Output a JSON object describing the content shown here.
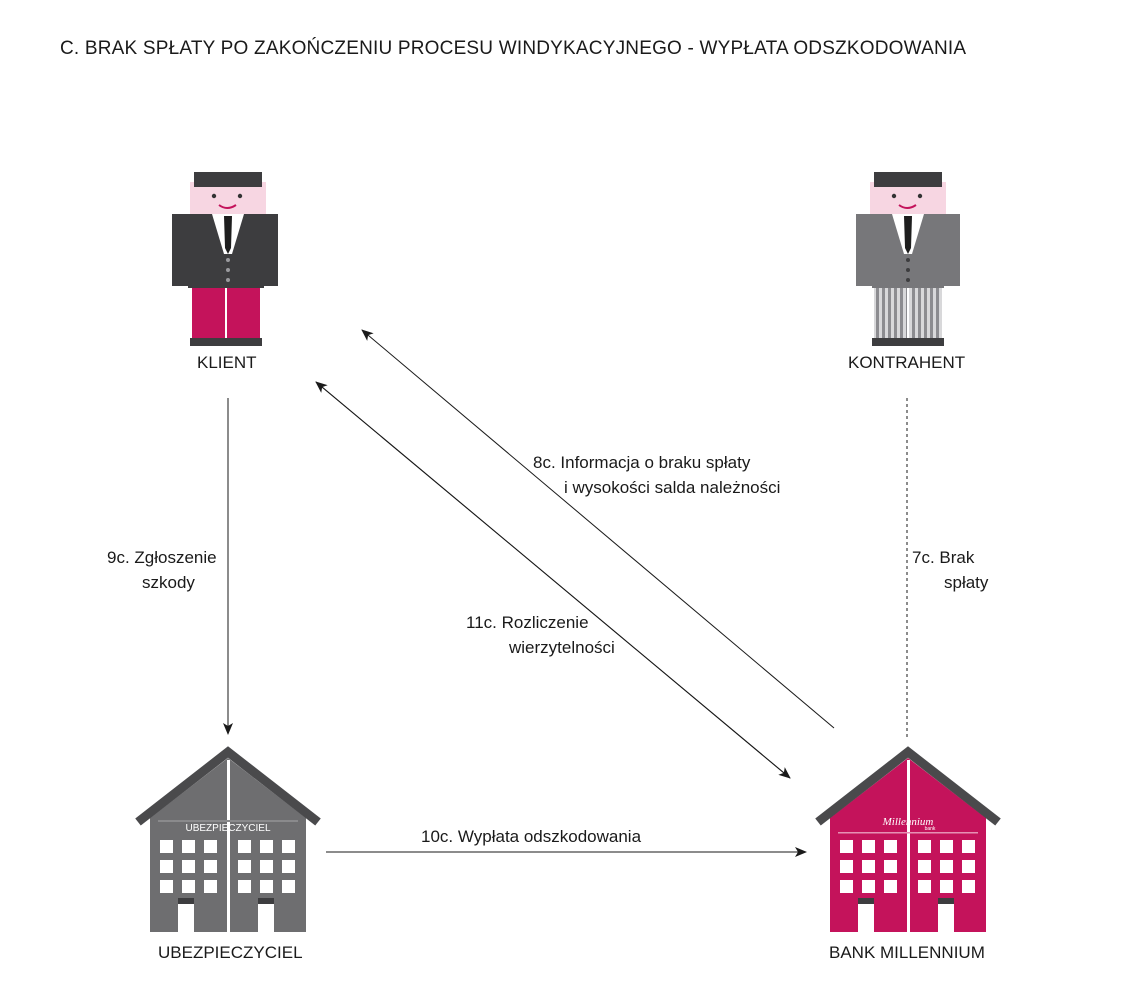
{
  "title": "C.  BRAK SPŁATY PO ZAKOŃCZENIU PROCESU WINDYKACYJNEGO - WYPŁATA ODSZKODOWANIA",
  "nodes": {
    "klient": "KLIENT",
    "kontrahent": "KONTRAHENT",
    "ubezpieczyciel": "UBEZPIECZYCIEL",
    "bank": "BANK MILLENNIUM"
  },
  "building_signs": {
    "ubezpieczyciel": "UBEZPIECZYCIEL",
    "bank_logo": "Millennium",
    "bank_logo_sub": "bank"
  },
  "edges": {
    "e7c": {
      "line1": "7c.  Brak",
      "line2": "spłaty"
    },
    "e8c": {
      "line1": "8c.  Informacja o braku spłaty",
      "line2": "i wysokości salda należności"
    },
    "e9c": {
      "line1": "9c.  Zgłoszenie",
      "line2": "szkody"
    },
    "e10c": {
      "line1": "10c.  Wypłata odszkodowania"
    },
    "e11c": {
      "line1": "11c.  Rozliczenie",
      "line2": "wierzytelności"
    }
  },
  "colors": {
    "suit_dark": "#3d3d3f",
    "suit_gray": "#77777a",
    "skin": "#f7d6e2",
    "trousers_klient": "#c4135b",
    "building_gray": "#6e6e70",
    "building_bank": "#c4135b",
    "roof": "#4a4a4c"
  }
}
